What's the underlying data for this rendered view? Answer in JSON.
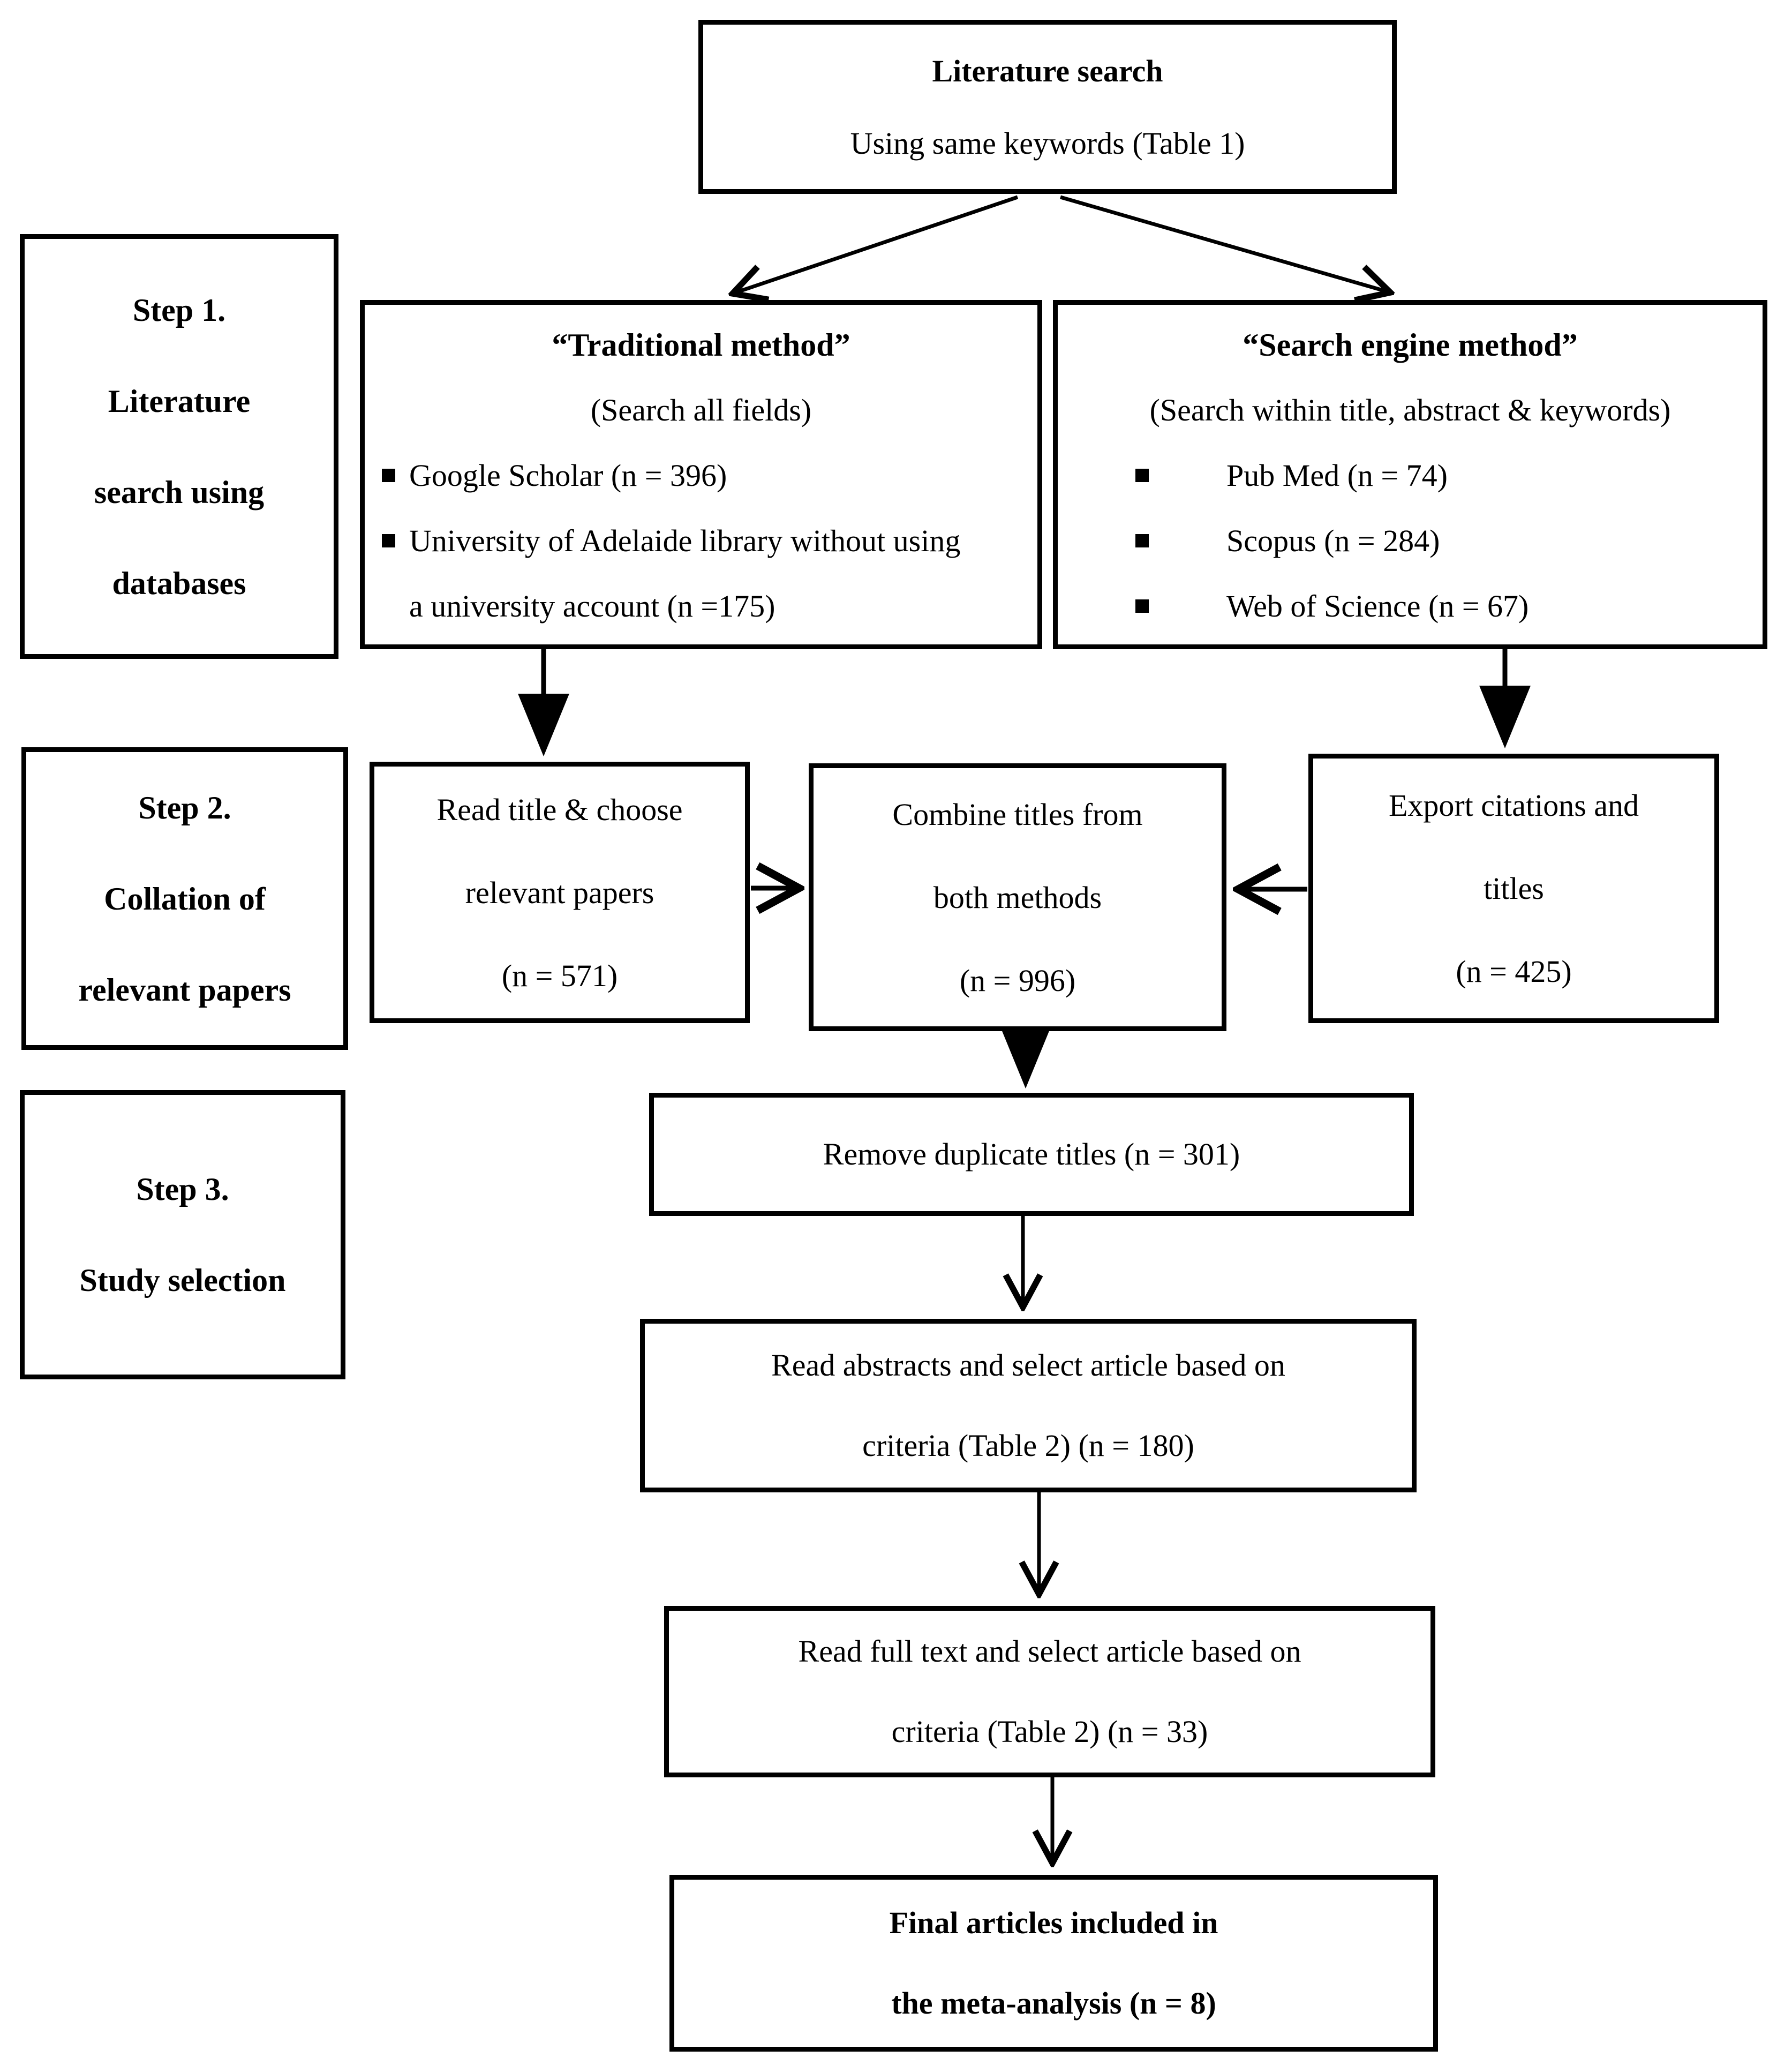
{
  "figure": {
    "paper_color": "#ffffff",
    "ink_color": "#000000"
  },
  "top_box": {
    "title": "Literature search",
    "subtitle": "Using same keywords (Table 1)"
  },
  "steps": {
    "step1": {
      "lines": [
        "Step 1.",
        "Literature",
        "search using",
        "databases"
      ]
    },
    "step2": {
      "lines": [
        "Step 2.",
        "Collation of",
        "relevant papers"
      ]
    },
    "step3": {
      "lines": [
        "Step 3.",
        "Study selection"
      ]
    }
  },
  "traditional": {
    "title": "“Traditional method”",
    "subtitle": "(Search all fields)",
    "bullets": [
      "Google Scholar (n = 396)",
      "University of Adelaide library without using a university account (n =175)"
    ]
  },
  "search_engine": {
    "title": "“Search engine method”",
    "subtitle": "(Search within title, abstract & keywords)",
    "bullets": [
      "Pub Med (n = 74)",
      "Scopus (n = 284)",
      "Web of Science (n = 67)"
    ]
  },
  "read_title": {
    "lines": [
      "Read title & choose",
      "relevant papers",
      "(n = 571)"
    ]
  },
  "combine": {
    "lines": [
      "Combine titles from",
      "both methods",
      "(n = 996)"
    ]
  },
  "export": {
    "lines": [
      "Export citations and",
      "titles",
      "(n = 425)"
    ]
  },
  "remove_duplicates": {
    "label": "Remove duplicate titles (n = 301)"
  },
  "read_abstracts": {
    "lines": [
      "Read abstracts and select article based on",
      "criteria (Table 2) (n = 180)"
    ]
  },
  "read_full_text": {
    "lines": [
      "Read full text and select article based on",
      "criteria (Table 2) (n = 33)"
    ]
  },
  "final": {
    "lines": [
      "Final articles included in",
      "the meta-analysis (n = 8)"
    ]
  }
}
